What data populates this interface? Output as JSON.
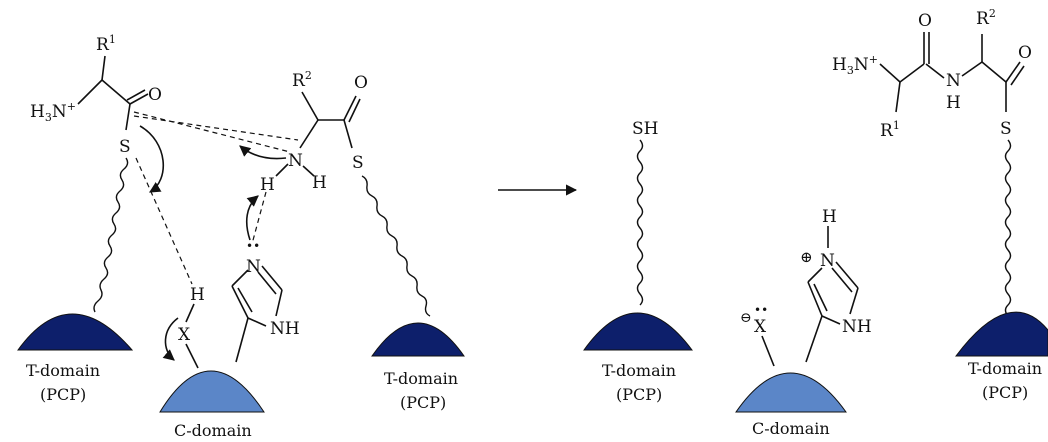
{
  "colors": {
    "t_domain": "#0d1f6b",
    "c_domain": "#5b86c8",
    "ink": "#111111",
    "background": "#ffffff"
  },
  "labels": {
    "t_domain": "T-domain",
    "pcp": "(PCP)",
    "c_domain": "C-domain"
  },
  "atoms": {
    "h3n": "H",
    "h3n_sub": "3",
    "n_plus": "N",
    "plus": "+",
    "r": "R",
    "one": "1",
    "two": "2",
    "o": "O",
    "s": "S",
    "n": "N",
    "h": "H",
    "x": "X",
    "nh": "NH",
    "sh": "SH",
    "lone_pair": "••",
    "minus_circle": "⊖",
    "plus_circle": "⊕"
  }
}
